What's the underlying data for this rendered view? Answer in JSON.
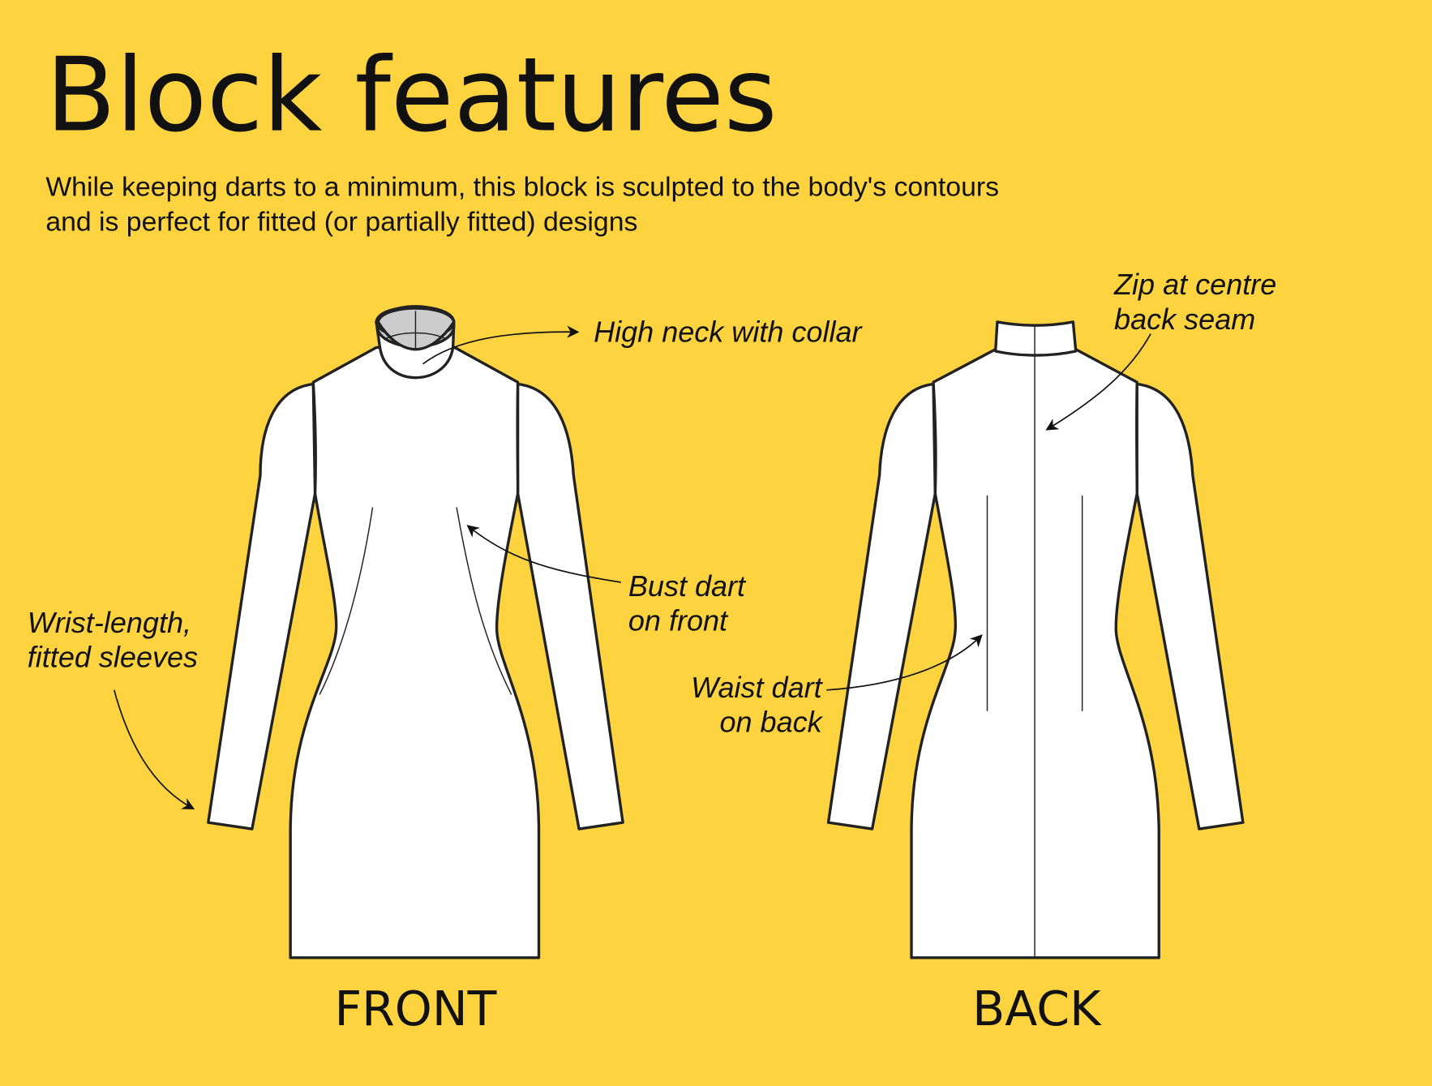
{
  "title": "Block features",
  "description": [
    "While keeping darts to a minimum, this block is sculpted to the body's contours",
    "and is perfect for fitted (or partially fitted) designs"
  ],
  "annotations": {
    "neck": "High neck with collar",
    "bust": [
      "Bust dart",
      "on front"
    ],
    "sleeve": [
      "Wrist-length,",
      "fitted sleeves"
    ],
    "waist": [
      "Waist dart",
      "on back"
    ],
    "zip": [
      "Zip at centre",
      "back seam"
    ]
  },
  "views": {
    "front": "FRONT",
    "back": "BACK"
  },
  "colors": {
    "background": "#FED340",
    "garment": "#FFFFFF",
    "collar_inside": "#CCCCCC"
  }
}
